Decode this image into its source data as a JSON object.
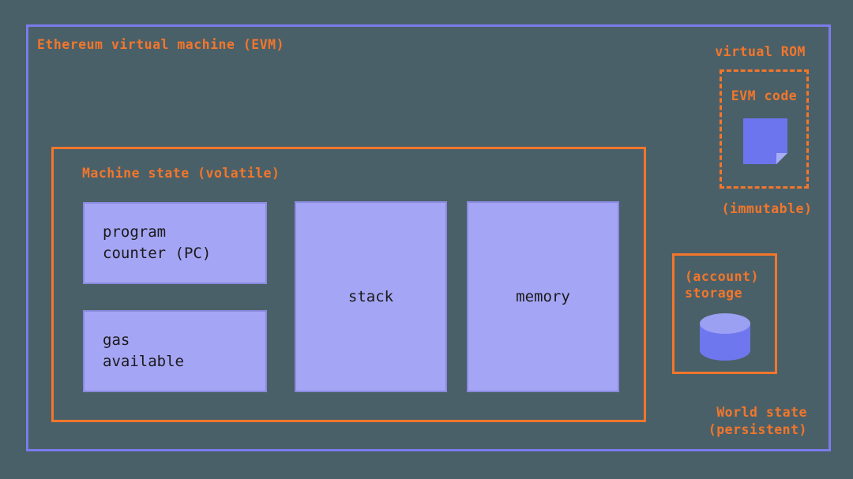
{
  "diagram": {
    "title": "Ethereum virtual machine (EVM)",
    "background_color": "#4a6068",
    "accent_orange": "#f3762b",
    "accent_purple": "#7b7bec",
    "block_fill": "#a5a5f5"
  },
  "machine_state": {
    "title": "Machine state (volatile)",
    "blocks": [
      {
        "label": "program\ncounter (PC)",
        "name": "program-counter"
      },
      {
        "label": "gas\navailable",
        "name": "gas-available"
      },
      {
        "label": "stack",
        "name": "stack"
      },
      {
        "label": "memory",
        "name": "memory"
      }
    ]
  },
  "virtual_rom": {
    "label": "virtual ROM",
    "box_title": "EVM code",
    "footnote": "(immutable)",
    "icon": "document-icon"
  },
  "world_state": {
    "storage_title": "(account)\nstorage",
    "icon": "database-cylinder-icon",
    "label": "World state\n(persistent)"
  }
}
